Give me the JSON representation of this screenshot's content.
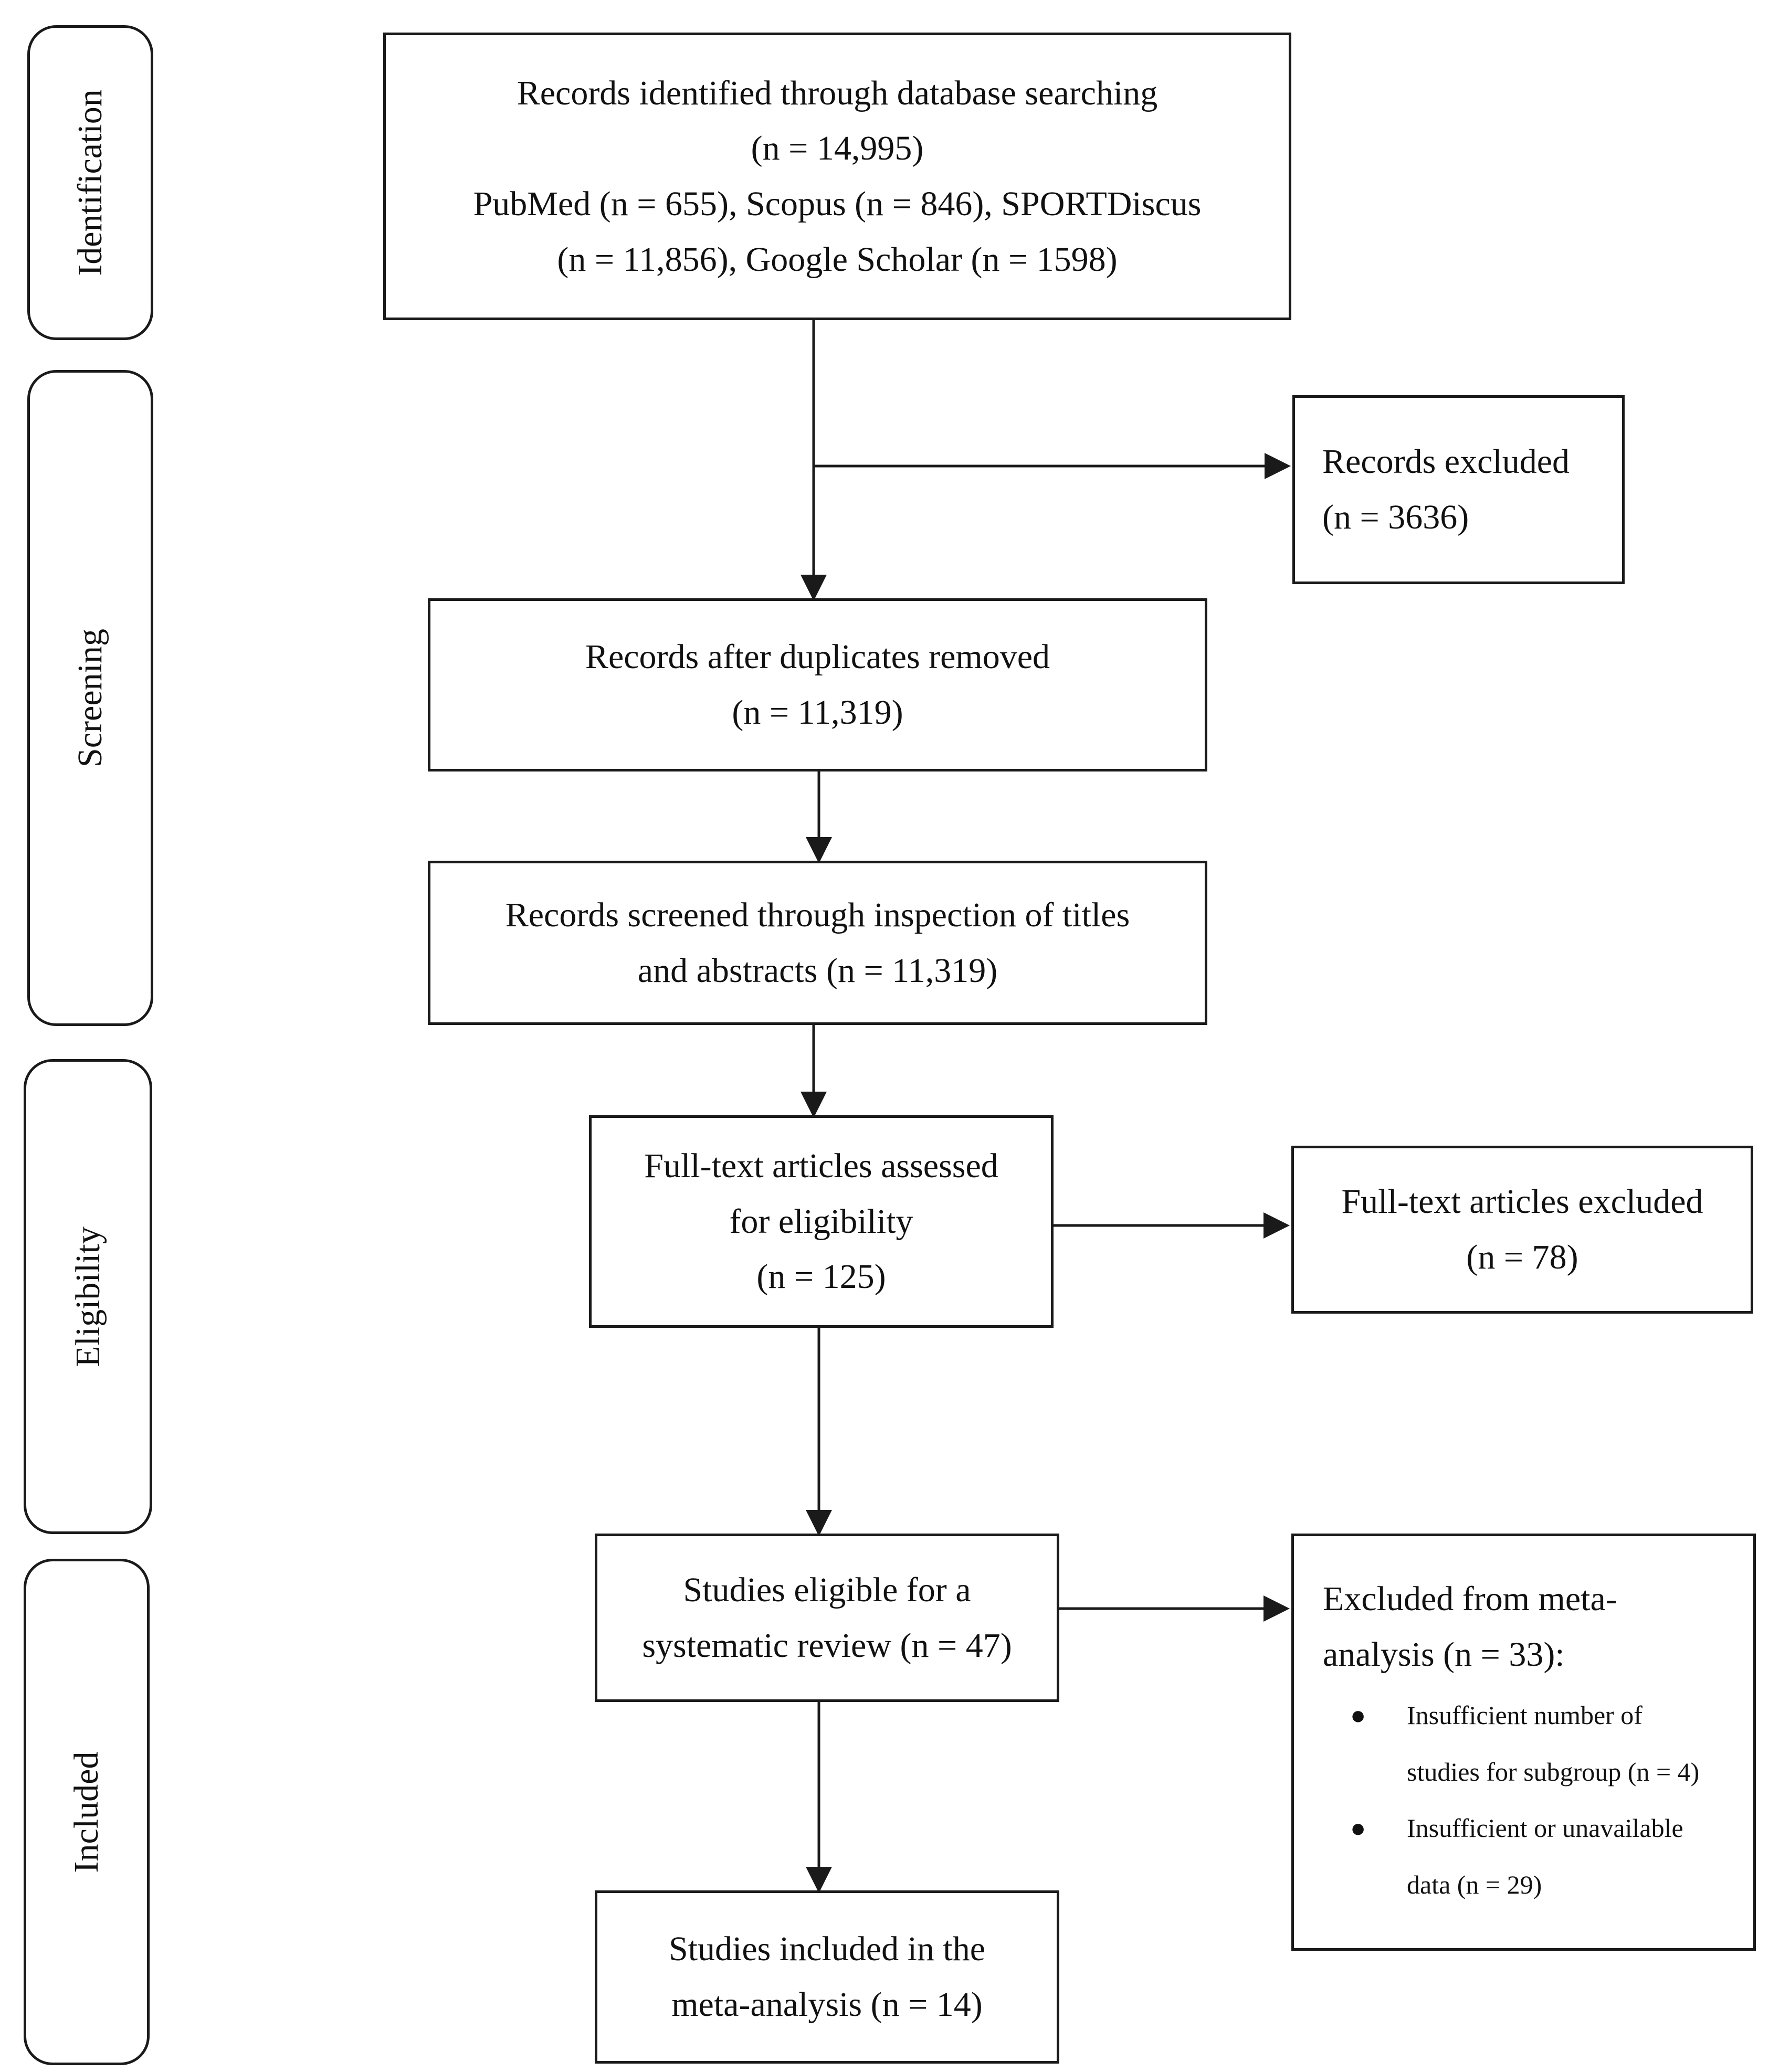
{
  "stages": [
    {
      "id": "identification",
      "label": "Identification"
    },
    {
      "id": "screening",
      "label": "Screening"
    },
    {
      "id": "eligibility",
      "label": "Eligibility"
    },
    {
      "id": "included",
      "label": "Included"
    }
  ],
  "boxes": {
    "identified": {
      "lines": [
        "Records identified through database searching",
        "(n = 14,995)",
        "PubMed (n = 655), Scopus (n = 846), SPORTDiscus",
        "(n = 11,856), Google Scholar (n = 1598)"
      ]
    },
    "records_excluded": {
      "lines": [
        "Records excluded",
        "(n = 3636)"
      ]
    },
    "after_duplicates": {
      "lines": [
        "Records after duplicates removed",
        "(n = 11,319)"
      ]
    },
    "screened": {
      "lines": [
        "Records screened through inspection of titles",
        "and abstracts (n = 11,319)"
      ]
    },
    "full_text_assessed": {
      "lines": [
        "Full-text articles assessed",
        "for eligibility",
        "(n = 125)"
      ]
    },
    "full_text_excluded": {
      "lines": [
        "Full-text articles excluded",
        "(n = 78)"
      ]
    },
    "eligible_review": {
      "lines": [
        "Studies eligible for a",
        "systematic review (n = 47)"
      ]
    },
    "excluded_meta": {
      "lines": [
        "Excluded from meta-",
        "analysis (n = 33):"
      ],
      "reasons": [
        {
          "line1": "Insufficient number of",
          "line2": "studies for subgroup (n = 4)"
        },
        {
          "line1": "Insufficient or unavailable",
          "line2": "data (n = 29)"
        }
      ]
    },
    "included_meta": {
      "lines": [
        "Studies included in the",
        "meta-analysis (n = 14)"
      ]
    }
  }
}
